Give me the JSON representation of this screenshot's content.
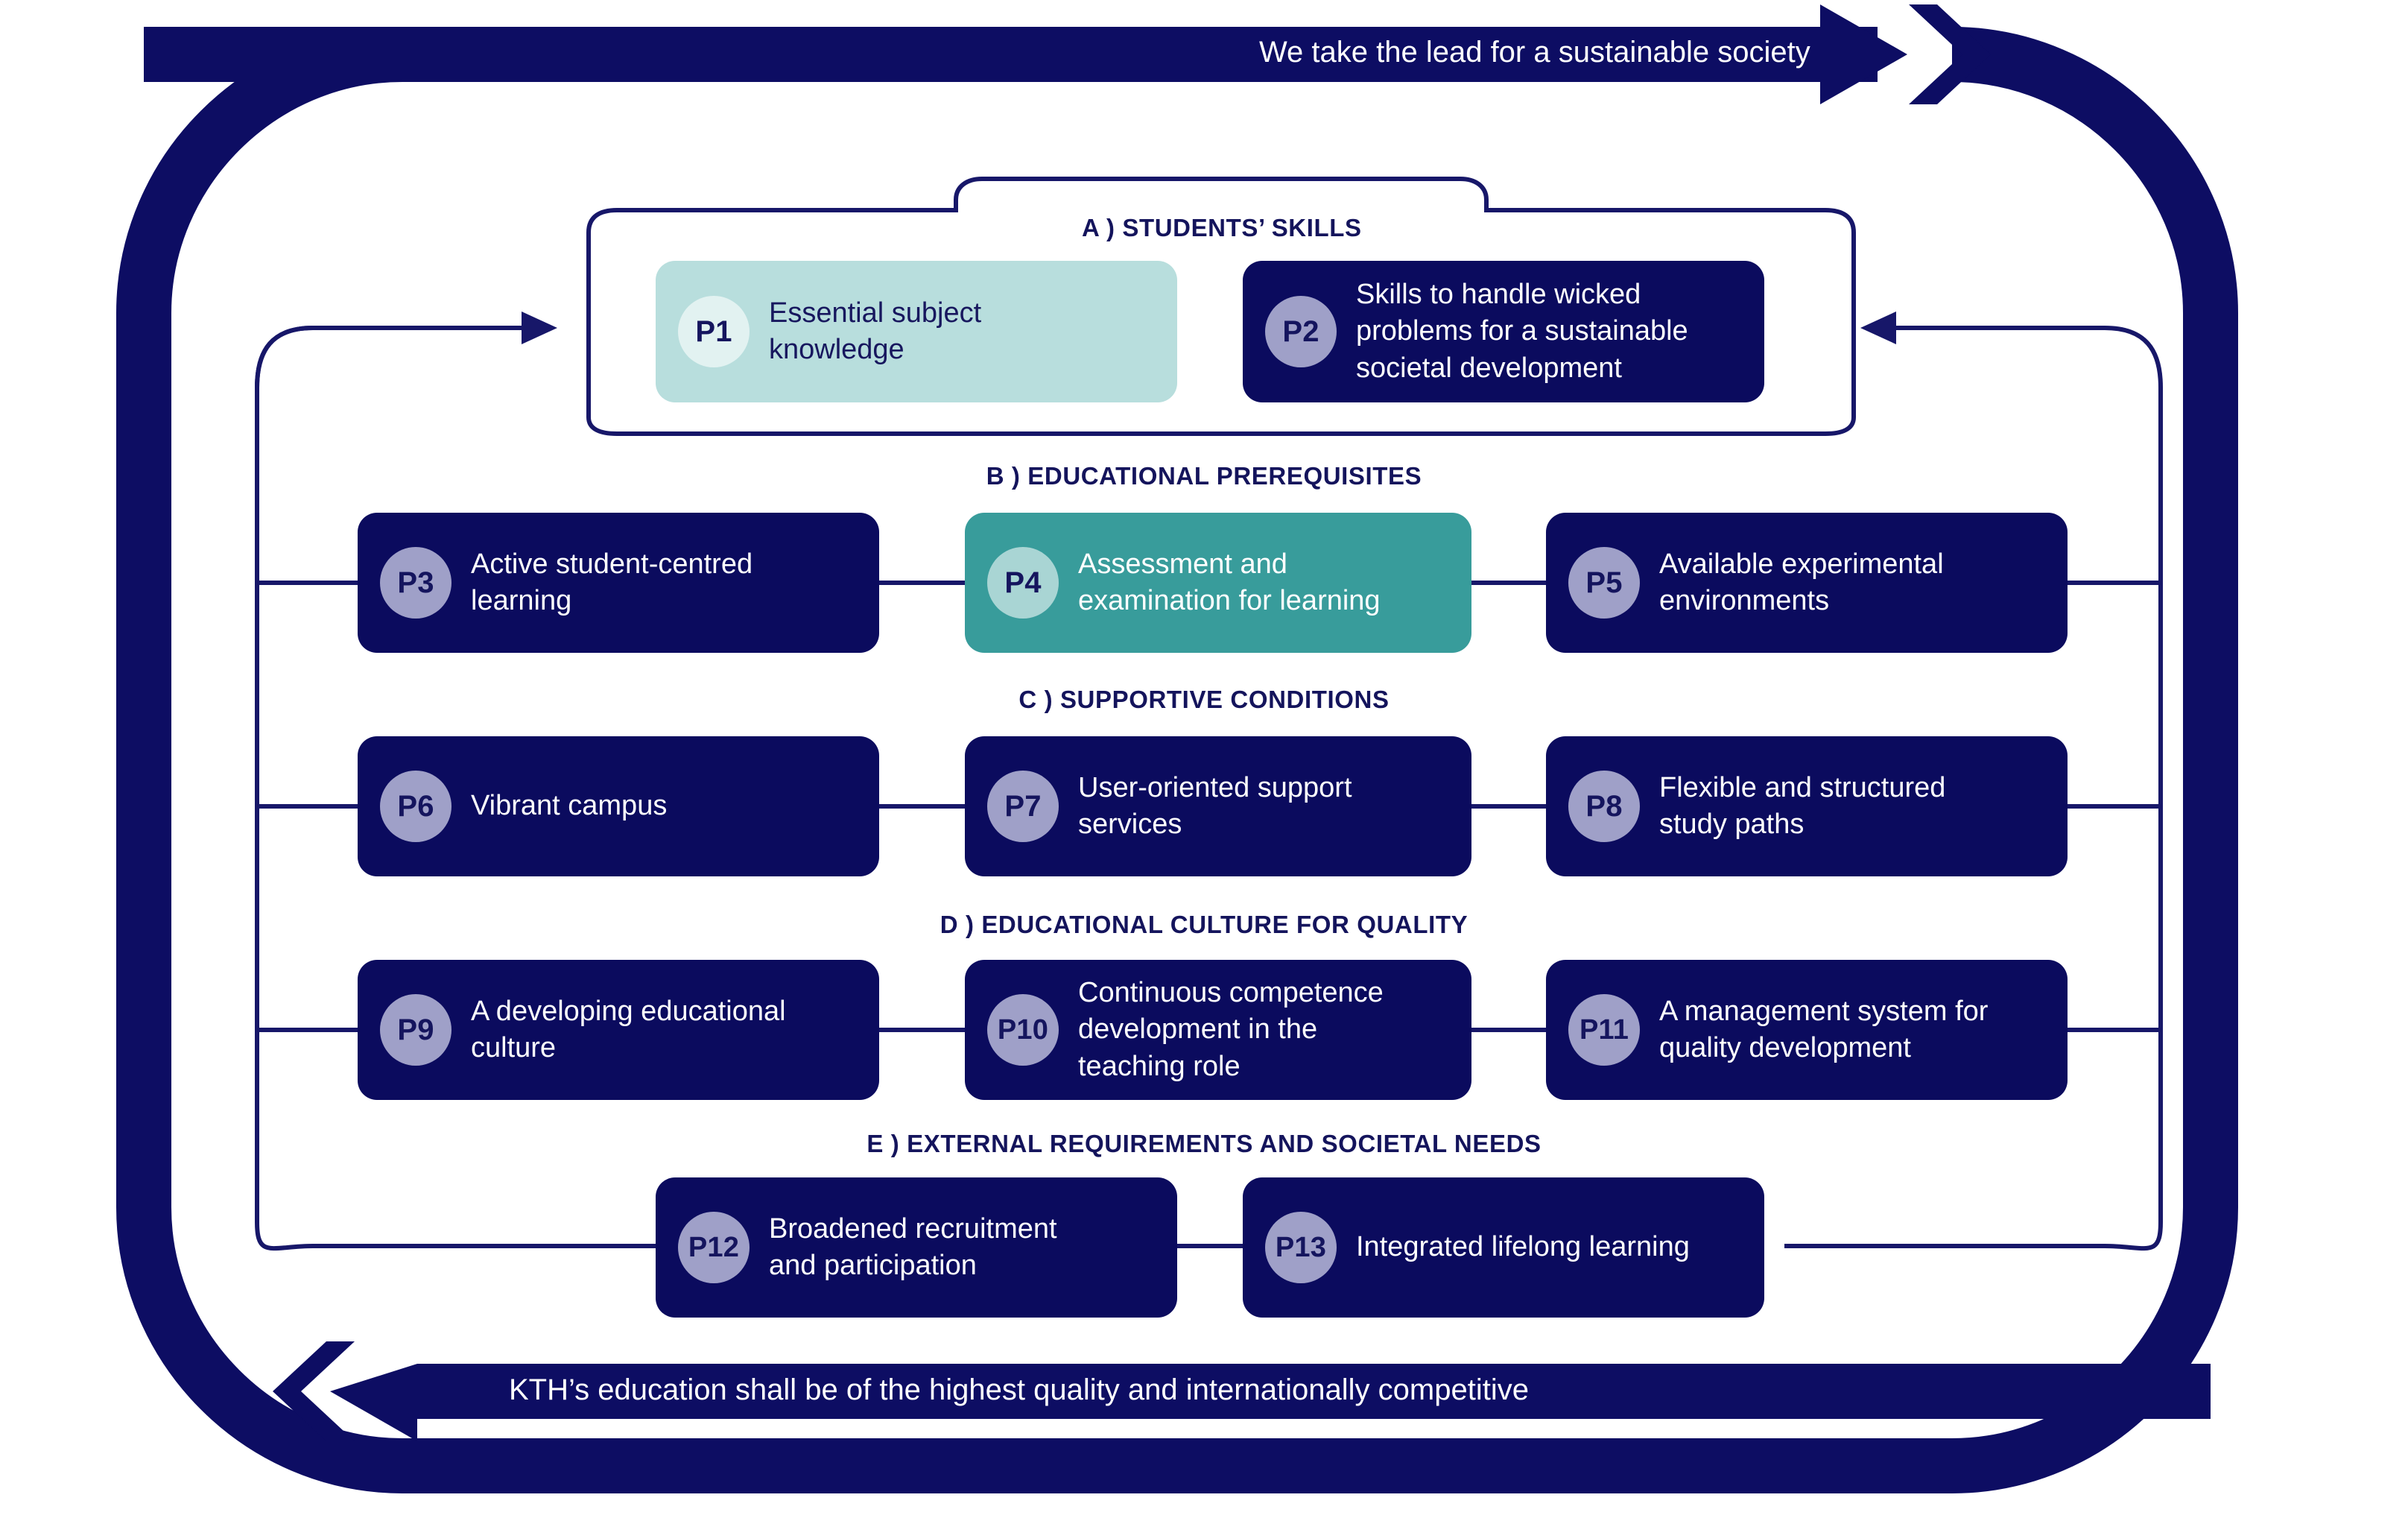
{
  "diagram": {
    "title_top_banner": "We take the lead for a sustainable society",
    "title_bottom_banner": "KTH’s education shall be of the highest quality and internationally competitive",
    "colors": {
      "navy": "#0b0b5e",
      "frame_navy": "#0d0d63",
      "teal": "#389c9b",
      "light_teal": "#b8dedd",
      "lavender_circle": "#9fa0c8",
      "pale_circle": "#e2f2f1",
      "mid_teal_circle": "#a9d5d4",
      "white": "#ffffff",
      "rail_line": "#171769"
    },
    "sections": [
      {
        "id": "A",
        "heading": "A ) STUDENTS’ SKILLS"
      },
      {
        "id": "B",
        "heading": "B ) EDUCATIONAL PREREQUISITES"
      },
      {
        "id": "C",
        "heading": "C ) SUPPORTIVE CONDITIONS"
      },
      {
        "id": "D",
        "heading": "D ) EDUCATIONAL CULTURE FOR QUALITY"
      },
      {
        "id": "E",
        "heading": "E ) EXTERNAL REQUIREMENTS AND SOCIETAL NEEDS"
      }
    ],
    "items": [
      {
        "code": "P1",
        "label": "Essential subject knowledge",
        "section": "A",
        "style": "lightteal",
        "circle": "pale"
      },
      {
        "code": "P2",
        "label": "Skills to handle wicked problems for a sustainable societal development",
        "section": "A",
        "style": "navy",
        "circle": "lav"
      },
      {
        "code": "P3",
        "label": "Active student-centred learning",
        "section": "B",
        "style": "navy",
        "circle": "lav"
      },
      {
        "code": "P4",
        "label": "Assessment and examination for learning",
        "section": "B",
        "style": "teal",
        "circle": "midteal"
      },
      {
        "code": "P5",
        "label": "Available experimental environments",
        "section": "B",
        "style": "navy",
        "circle": "lav"
      },
      {
        "code": "P6",
        "label": "Vibrant campus",
        "section": "C",
        "style": "navy",
        "circle": "lav"
      },
      {
        "code": "P7",
        "label": "User-oriented support services",
        "section": "C",
        "style": "navy",
        "circle": "lav"
      },
      {
        "code": "P8",
        "label": "Flexible and structured study paths",
        "section": "C",
        "style": "navy",
        "circle": "lav"
      },
      {
        "code": "P9",
        "label": "A developing educational culture",
        "section": "D",
        "style": "navy",
        "circle": "lav"
      },
      {
        "code": "P10",
        "label": "Continuous competence development in the teaching role",
        "section": "D",
        "style": "navy",
        "circle": "lav"
      },
      {
        "code": "P11",
        "label": "A management system for quality development",
        "section": "D",
        "style": "navy",
        "circle": "lav"
      },
      {
        "code": "P12",
        "label": "Broadened recruitment and participation",
        "section": "E",
        "style": "navy",
        "circle": "lav"
      },
      {
        "code": "P13",
        "label": "Integrated lifelong learning",
        "section": "E",
        "style": "navy",
        "circle": "lav"
      }
    ]
  }
}
